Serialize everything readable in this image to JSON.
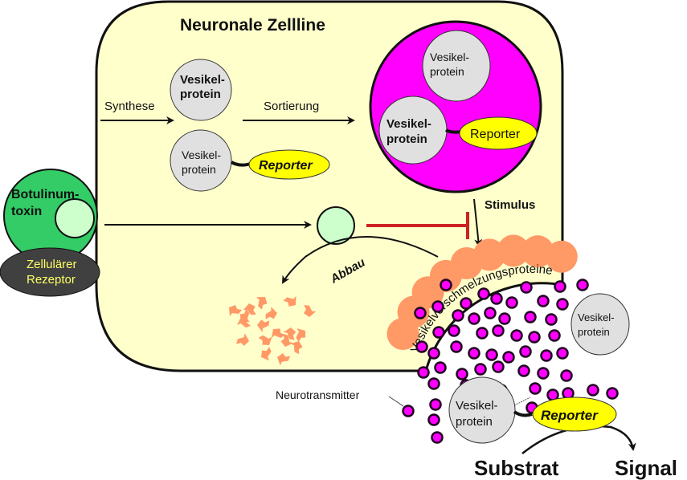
{
  "title": "Neuronale Zellline",
  "labels": {
    "synthese": "Synthese",
    "sortierung": "Sortierung",
    "stimulus": "Stimulus",
    "abbau": "Abbau",
    "fusion_proteins": "Vesikelverschmelzungsproteine",
    "neurotransmitter": "Neurotransmitter",
    "substrat": "Substrat",
    "signal": "Signal"
  },
  "toxin": {
    "line1": "Botulinum-",
    "line2": "toxin"
  },
  "receptor": {
    "line1": "Zellulärer",
    "line2": "Rezeptor"
  },
  "vesicle_protein": {
    "line1": "Vesikel-",
    "line2": "protein"
  },
  "reporter": "Reporter",
  "colors": {
    "cell_fill": "#ffffcc",
    "vesicle_fill": "#ff00ff",
    "protein_fill": "#e0e0e0",
    "reporter_fill": "#ffff00",
    "toxin_fill": "#33cc66",
    "toxin_light": "#ccffcc",
    "receptor_fill": "#404040",
    "receptor_text": "#ffff66",
    "fusion_fill": "#ff9966",
    "inhibit": "#cc2222",
    "neurotransmitter": "#ff00ff"
  }
}
